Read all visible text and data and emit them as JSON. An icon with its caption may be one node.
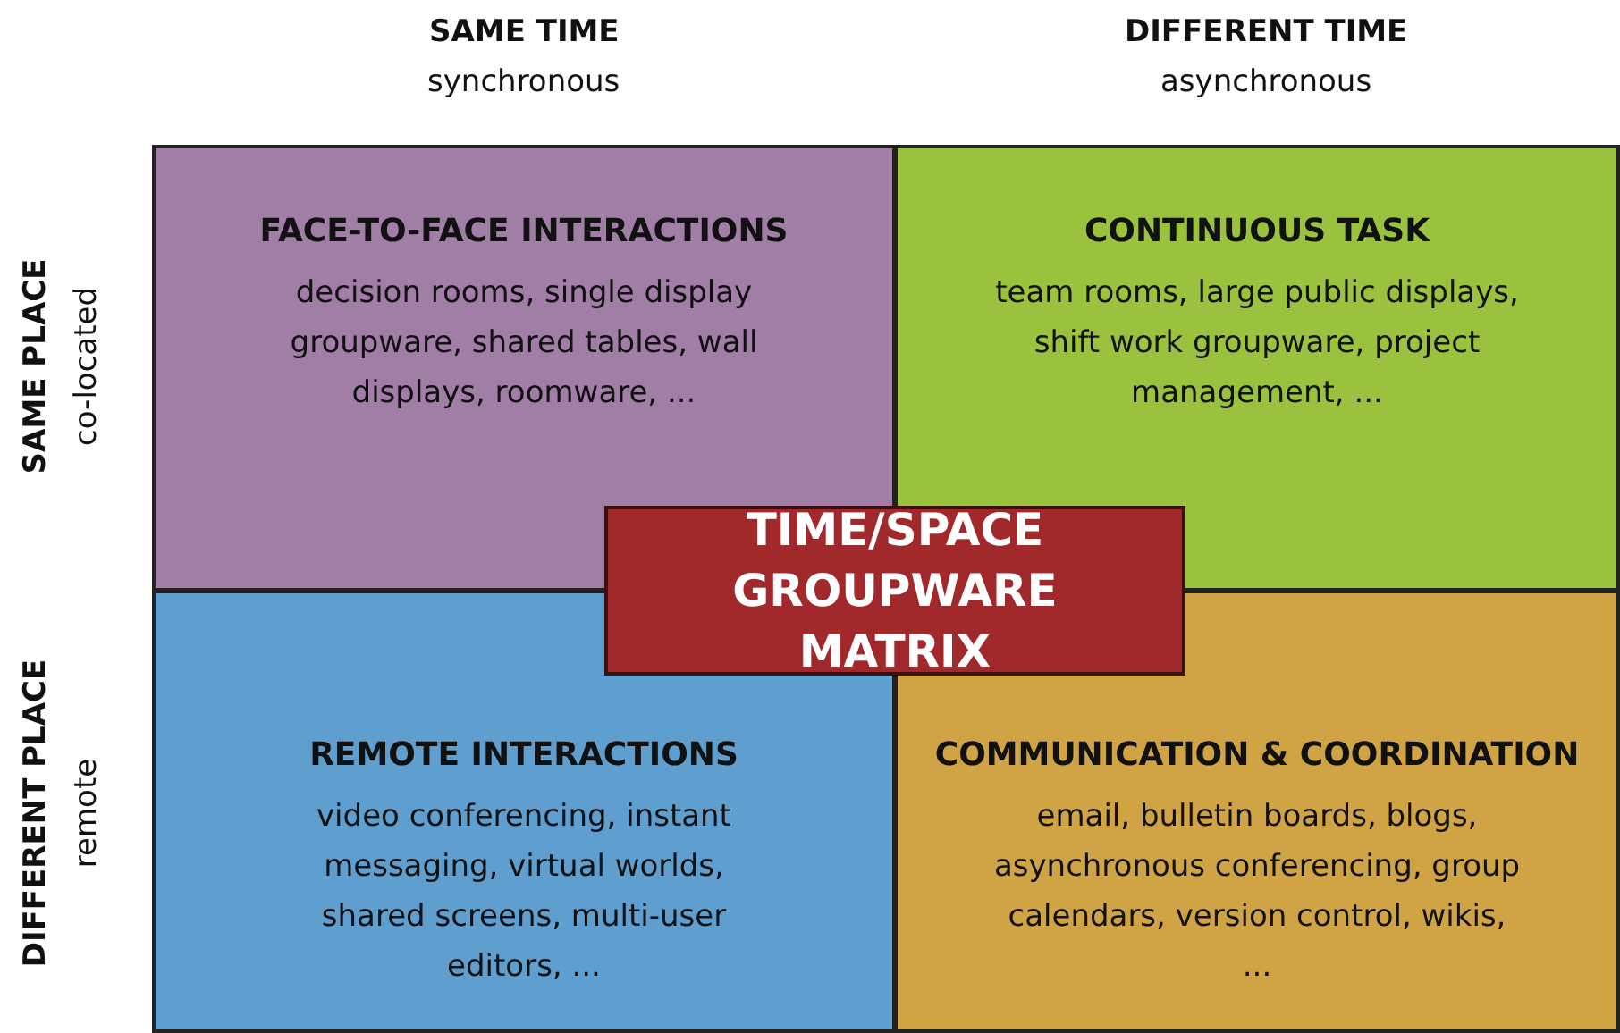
{
  "diagram": {
    "nodes": [
      {
        "text": [
          "FACE-TO-FACE INTERACTIONS",
          "decision rooms, single display groupware, shared tables, wall displays, roomware, ..."
        ]
      },
      {
        "text": [
          "CONTINUOUS TASK",
          "team rooms, large public displays, shift work groupware, project management, ..."
        ]
      },
      {
        "text": [
          "REMOTE INTERACTIONS",
          "video conferencing, instant messaging, virtual worlds, shared screens, multi-user editors, ..."
        ]
      },
      {
        "text": [
          "COMMUNICATION & COORDINATION",
          "email, bulletin boards, blogs, asynchronous conferencing, group calendars, version control, wikis, ..."
        ]
      },
      {
        "text": [
          "TIME/SPACE GROUPWARE MATRIX"
        ]
      }
    ],
    "edges": [],
    "labels": [
      "SAME TIME",
      "synchronous",
      "DIFFERENT TIME",
      "asynchronous",
      "SAME PLACE",
      "co-located",
      "DIFFERENT PLACE",
      "remote"
    ]
  }
}
